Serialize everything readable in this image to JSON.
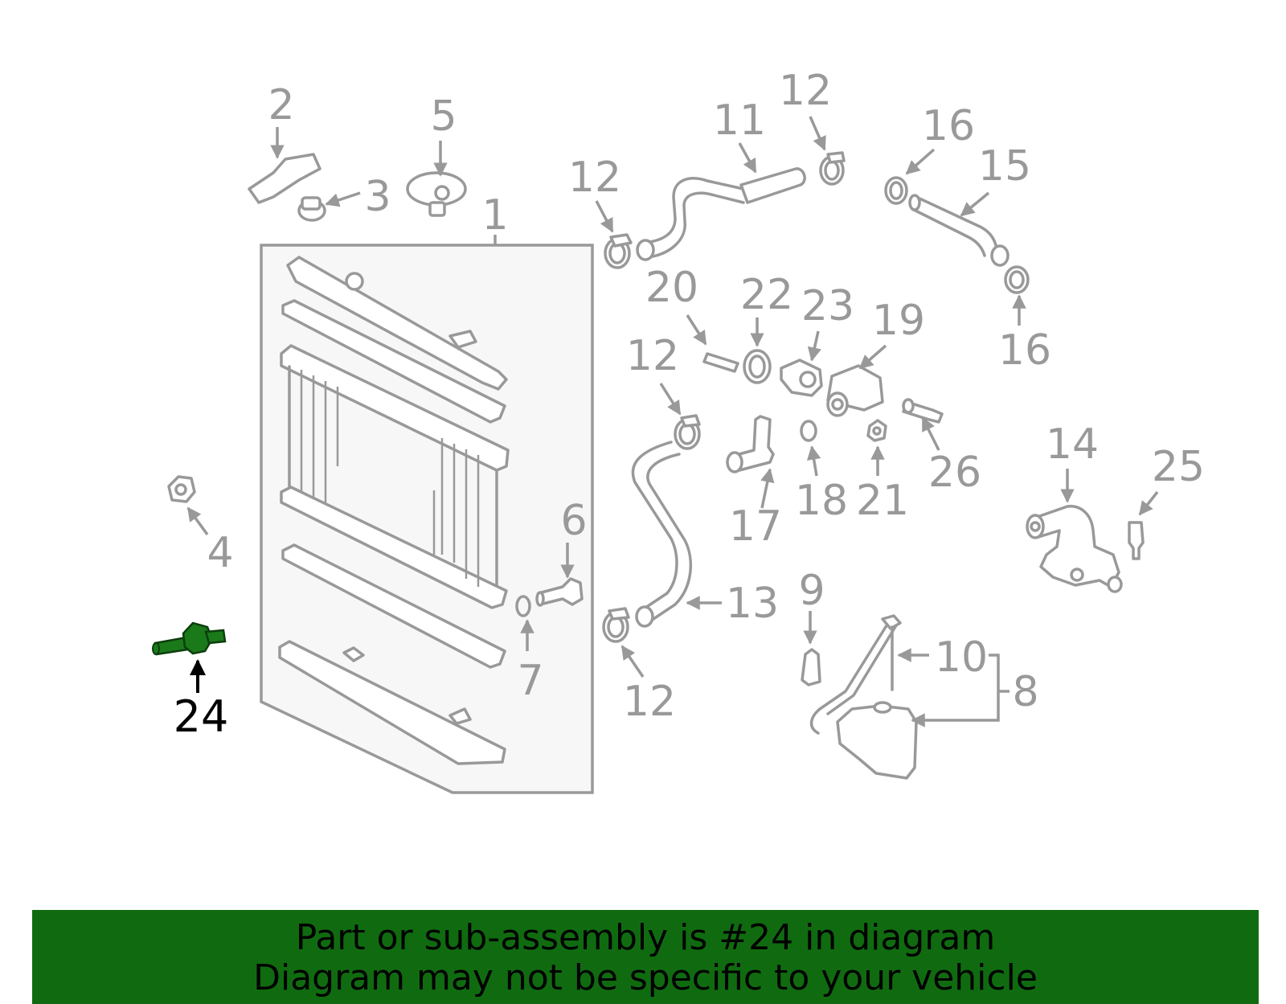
{
  "diagram": {
    "highlighted_part": "24",
    "highlight_color": "#1a7a1a",
    "part_color": "#999999",
    "labels": {
      "p1": "1",
      "p2": "2",
      "p3": "3",
      "p4": "4",
      "p5": "5",
      "p6": "6",
      "p7": "7",
      "p8": "8",
      "p9": "9",
      "p10": "10",
      "p11": "11",
      "p12a": "12",
      "p12b": "12",
      "p12c": "12",
      "p12d": "12",
      "p12e": "12",
      "p13": "13",
      "p14": "14",
      "p15": "15",
      "p16a": "16",
      "p16b": "16",
      "p17": "17",
      "p18": "18",
      "p19": "19",
      "p20": "20",
      "p21": "21",
      "p22": "22",
      "p23": "23",
      "p24": "24",
      "p25": "25",
      "p26": "26"
    }
  },
  "banner": {
    "line1": "Part or sub-assembly is #24 in diagram",
    "line2": "Diagram may not be specific to your vehicle",
    "background": "#106b10"
  }
}
